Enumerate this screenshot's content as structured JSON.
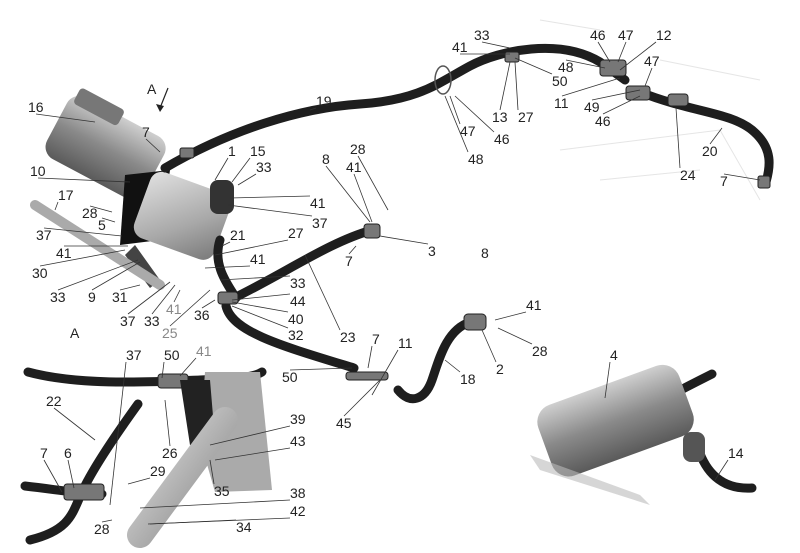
{
  "diagram": {
    "view_labels": [
      "A",
      "A"
    ],
    "labels": [
      "16",
      "7",
      "10",
      "1",
      "15",
      "33",
      "41",
      "37",
      "17",
      "28",
      "5",
      "37",
      "21",
      "27",
      "41",
      "30",
      "41",
      "33",
      "9",
      "31",
      "33",
      "44",
      "37",
      "33",
      "41",
      "25",
      "36",
      "40",
      "32",
      "23",
      "19",
      "8",
      "41",
      "28",
      "3",
      "7",
      "8",
      "41",
      "28",
      "2",
      "7",
      "11",
      "18",
      "50",
      "45",
      "4",
      "14",
      "33",
      "41",
      "50",
      "13",
      "27",
      "47",
      "46",
      "48",
      "46",
      "47",
      "12",
      "48",
      "47",
      "11",
      "49",
      "46",
      "20",
      "24",
      "7",
      "37",
      "50",
      "41",
      "22",
      "7",
      "6",
      "26",
      "39",
      "43",
      "29",
      "35",
      "38",
      "42",
      "34",
      "28"
    ]
  }
}
